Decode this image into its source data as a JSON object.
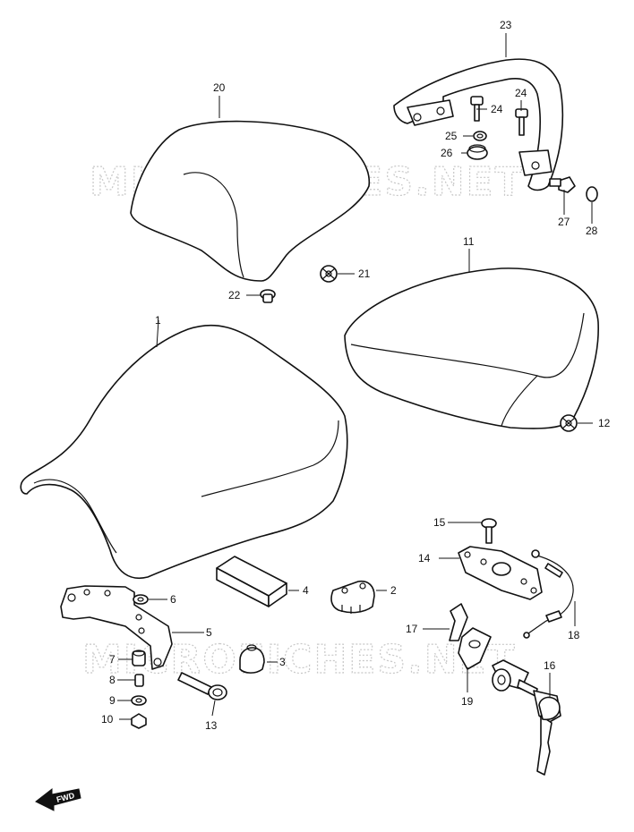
{
  "watermark": "MICROFICHES.NET",
  "fwd_label": "FWD",
  "callouts": {
    "c1": "1",
    "c2": "2",
    "c3": "3",
    "c4": "4",
    "c5": "5",
    "c6": "6",
    "c7": "7",
    "c8": "8",
    "c9": "9",
    "c10": "10",
    "c11": "11",
    "c12": "12",
    "c13": "13",
    "c14": "14",
    "c15": "15",
    "c16": "16",
    "c17": "17",
    "c18": "18",
    "c19": "19",
    "c20": "20",
    "c21": "21",
    "c22": "22",
    "c23": "23",
    "c24a": "24",
    "c24b": "24",
    "c25": "25",
    "c26": "26",
    "c27": "27",
    "c28": "28"
  }
}
